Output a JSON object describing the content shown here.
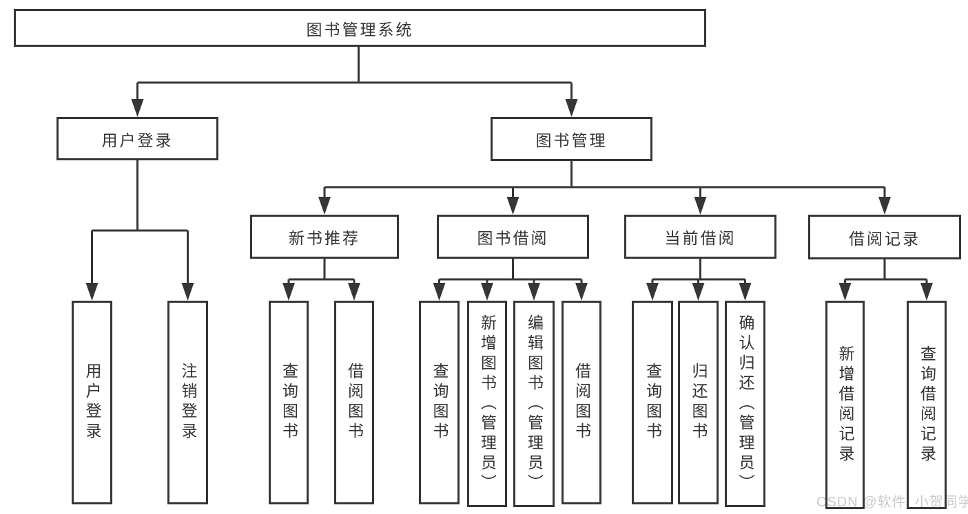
{
  "colors": {
    "line": "#363636",
    "box_border": "#363636",
    "text": "#333333",
    "watermark": "#c9c9c9"
  },
  "watermark": {
    "text": "CSDN @软件_小贺同学"
  },
  "diagram": {
    "root": {
      "label": "图书管理系统"
    },
    "branches": [
      {
        "label": "用户登录",
        "children": [
          {
            "label": "用户登录"
          },
          {
            "label": "注销登录"
          }
        ]
      },
      {
        "label": "图书管理",
        "sections": [
          {
            "label": "新书推荐",
            "children": [
              {
                "label": "查询图书"
              },
              {
                "label": "借阅图书"
              }
            ]
          },
          {
            "label": "图书借阅",
            "children": [
              {
                "label": "查询图书"
              },
              {
                "label": "新增图书（管理员）"
              },
              {
                "label": "编辑图书（管理员）"
              },
              {
                "label": "借阅图书"
              }
            ]
          },
          {
            "label": "当前借阅",
            "children": [
              {
                "label": "查询图书"
              },
              {
                "label": "归还图书"
              },
              {
                "label": "确认归还（管理员）"
              }
            ]
          },
          {
            "label": "借阅记录",
            "children": [
              {
                "label": "新增借阅记录"
              },
              {
                "label": "查询借阅记录"
              }
            ]
          }
        ]
      }
    ]
  }
}
